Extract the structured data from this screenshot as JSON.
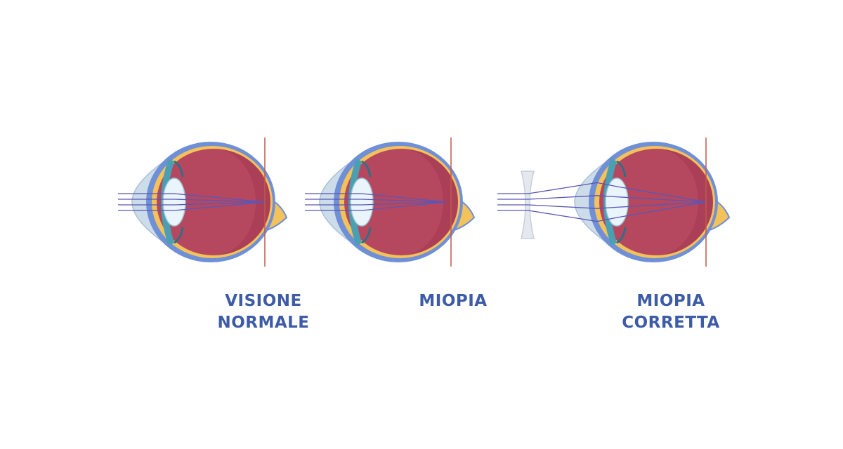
{
  "colors": {
    "label": "#3d5ba6",
    "sclera": "#6f8fd6",
    "choroid": "#f3c25a",
    "vitreous": "#b5485f",
    "vitreous_dark": "#97304a",
    "cornea": "#c5d6e6",
    "iris": "#4a9fb3",
    "lens": "#e9f4fb",
    "ray": "#5a56b8",
    "retina_line": "#c05a4a",
    "nerve": "#f3c25a"
  },
  "panels": [
    {
      "id": "normal",
      "lines": [
        "VISIONE",
        "NORMALE"
      ]
    },
    {
      "id": "myopia",
      "lines": [
        "MIOPIA"
      ]
    },
    {
      "id": "corrected",
      "lines": [
        "MIOPIA",
        "CORRETTA"
      ]
    }
  ]
}
